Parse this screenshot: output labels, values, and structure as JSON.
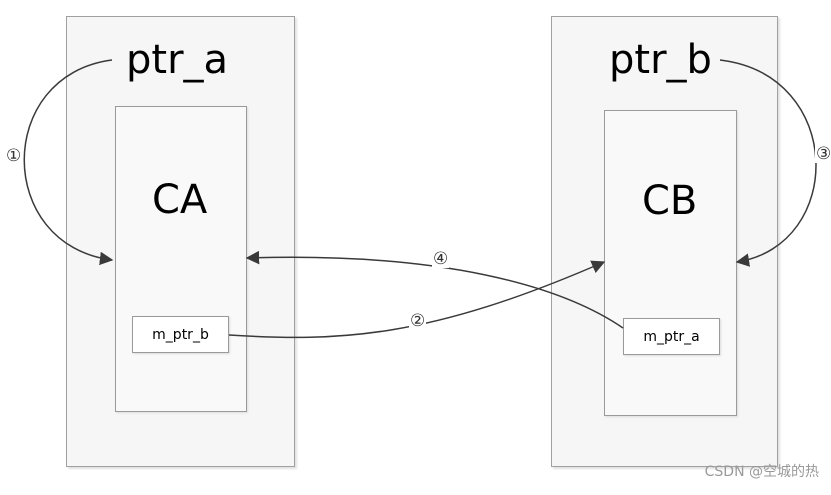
{
  "left_panel": {
    "pointer_label": "ptr_a",
    "class_label": "CA",
    "member_label": "m_ptr_b"
  },
  "right_panel": {
    "pointer_label": "ptr_b",
    "class_label": "CB",
    "member_label": "m_ptr_a"
  },
  "arrows": [
    {
      "marker": "①",
      "from": "ptr_a",
      "to": "CA"
    },
    {
      "marker": "②",
      "from": "m_ptr_b",
      "to": "CB"
    },
    {
      "marker": "③",
      "from": "ptr_b",
      "to": "CB"
    },
    {
      "marker": "④",
      "from": "m_ptr_a",
      "to": "CA"
    }
  ],
  "watermark": "CSDN @空城的热",
  "colors": {
    "line": "#3a3a3a",
    "border": "#a0a0a0",
    "panel": "#f6f6f6"
  }
}
